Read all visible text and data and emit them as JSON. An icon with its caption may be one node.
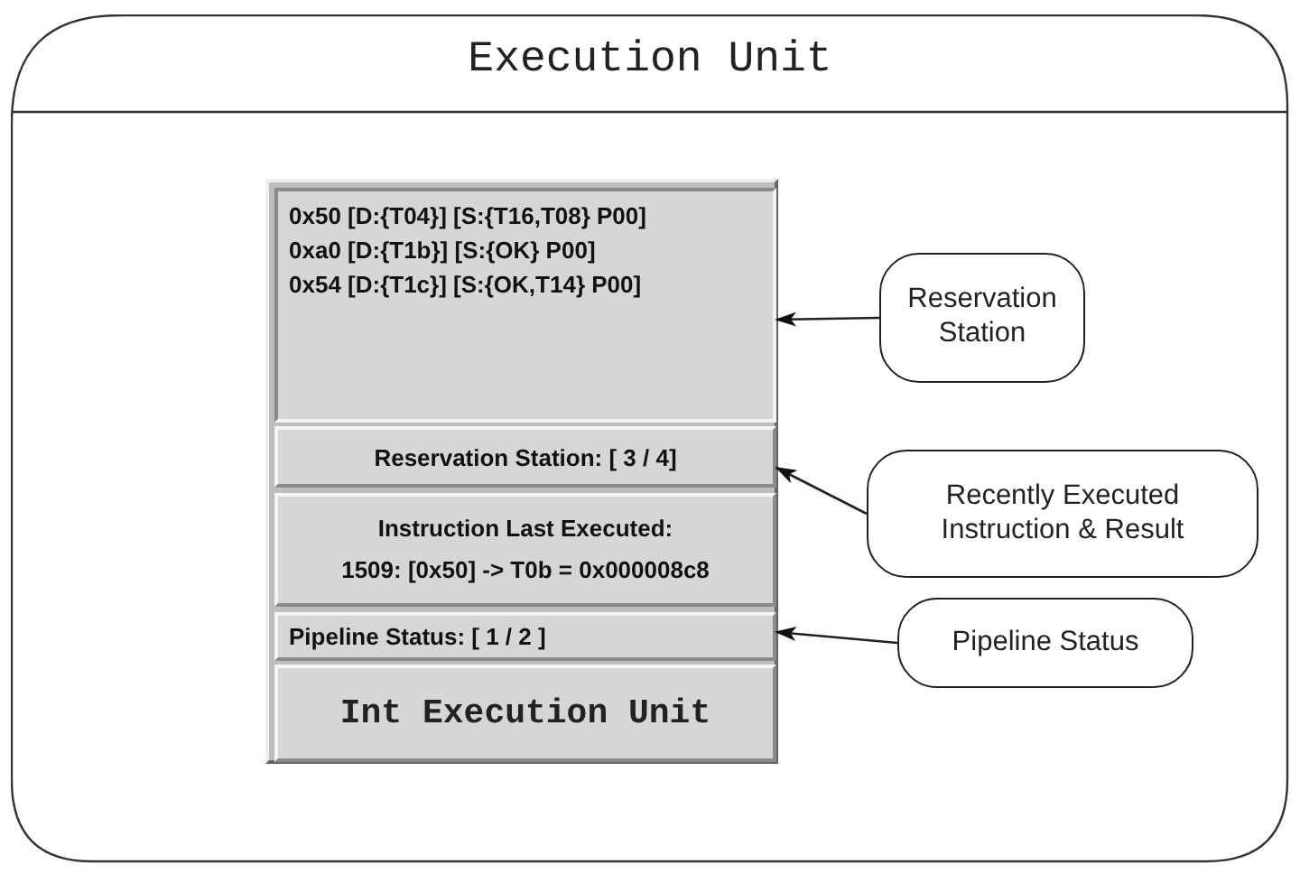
{
  "diagram": {
    "nodes": [
      {
        "text": [
          "Execution Unit"
        ]
      },
      {
        "text": [],
        "shape": "box",
        "in": 0
      },
      {
        "text": [
          "0x50 [D:{T04}] [S:{T16,T08} P00]",
          "0xa0 [D:{T1b}] [S:{OK} P00]",
          "0x54 [D:{T1c}] [S:{OK,T14} P00]"
        ],
        "in": 1
      },
      {
        "text": [
          "Reservation Station: [ 3 / 4]"
        ],
        "in": 1
      },
      {
        "text": [
          "Instruction Last Executed:",
          "1509: [0x50] -> T0b = 0x000008c8"
        ],
        "in": 1
      },
      {
        "text": [
          "Pipeline Status: [ 1 / 2 ]"
        ],
        "in": 1
      },
      {
        "text": [
          "Int Execution Unit"
        ],
        "in": 1
      },
      {
        "text": [
          "Reservation Station"
        ],
        "in": 0
      },
      {
        "text": [
          "Recently Executed Instruction & Result"
        ],
        "in": 0
      },
      {
        "text": [
          "Pipeline Status"
        ],
        "in": 0
      }
    ],
    "edges": [
      {
        "from": 7,
        "to": 2,
        "arrow": "to"
      },
      {
        "from": 8,
        "to": 3,
        "arrow": "to"
      },
      {
        "from": 9,
        "to": 5,
        "arrow": "to"
      }
    ]
  }
}
